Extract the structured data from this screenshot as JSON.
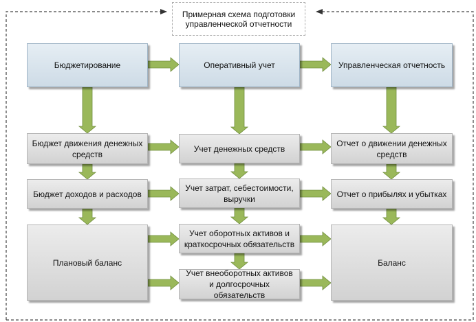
{
  "title": "Примерная схема подготовки управленческой отчетности",
  "columns": {
    "budgeting": {
      "header": "Бюджетирование",
      "items": [
        "Бюджет движения денежных средств",
        "Бюджет доходов и расходов",
        "Плановый баланс"
      ]
    },
    "accounting": {
      "header": "Оперативный учет",
      "items": [
        "Учет денежных средств",
        "Учет затрат, себестоимости, выручки",
        "Учет оборотных активов и краткосрочных обязательств",
        "Учет внеоборотных активов и долгосрочных обязательств"
      ]
    },
    "reporting": {
      "header": "Управленческая отчетность",
      "items": [
        "Отчет о движении денежных средств",
        "Отчет о прибылях и убытках",
        "Баланс"
      ]
    }
  },
  "colors": {
    "header_fill": "#d4e0ea",
    "box_fill": "#dcdcdc",
    "arrow_fill": "#9ab85a",
    "arrow_stroke": "#6f8c3c"
  }
}
